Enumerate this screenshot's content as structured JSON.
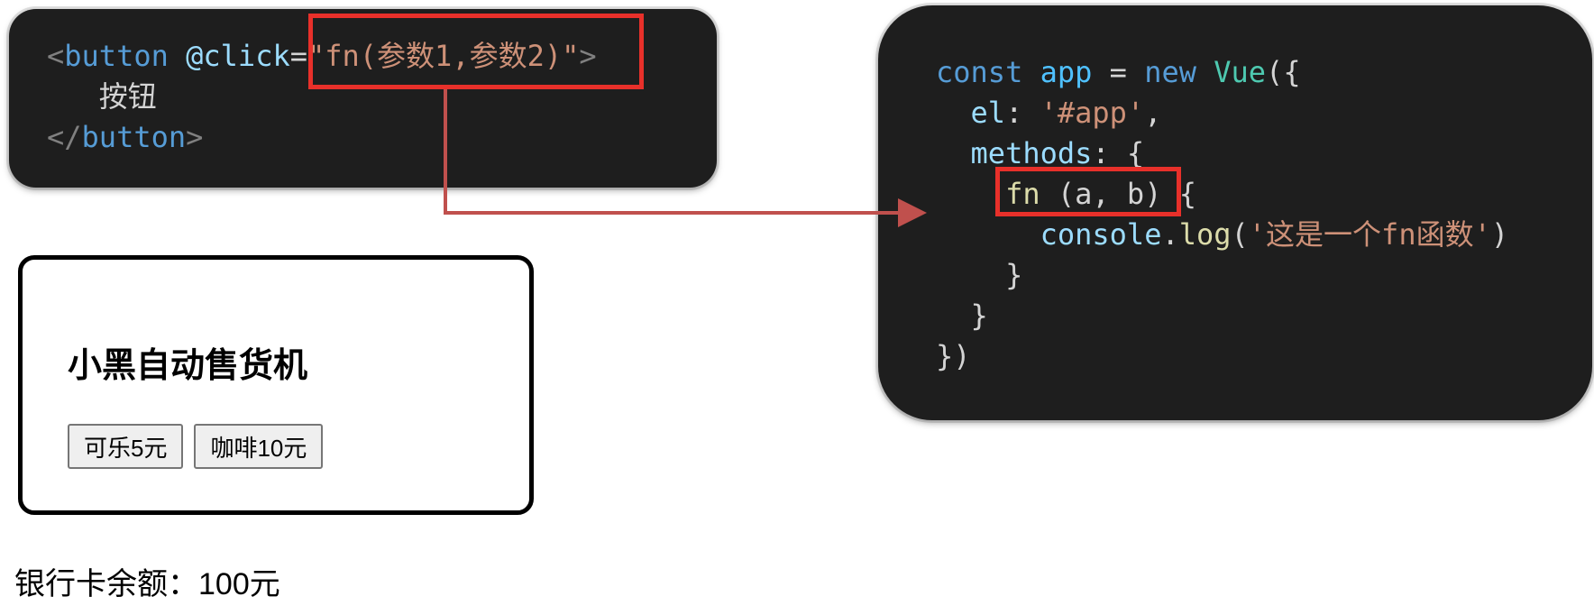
{
  "template_code": {
    "line1": {
      "lt": "<",
      "tag": "button",
      "attr": " @click",
      "eq": "=",
      "value": "\"fn(参数1,参数2)\"",
      "gt": ">"
    },
    "line2": {
      "text": "按钮"
    },
    "line3": {
      "lt": "</",
      "tag": "button",
      "gt": ">"
    }
  },
  "script_code": {
    "l1": {
      "kw_const": "const",
      "app": "app",
      "eq": " = ",
      "kw_new": "new",
      "vue": "Vue",
      "open": "({"
    },
    "l2": {
      "key": "el",
      "colon": ": ",
      "value": "'#app'",
      "comma": ","
    },
    "l3": {
      "key": "methods",
      "colon": ": ",
      "brace": "{"
    },
    "l4": {
      "fn": "fn",
      "params": " (a, b)",
      "brace": " {"
    },
    "l5": {
      "obj": "console",
      "dot": ".",
      "method": "log",
      "open": "(",
      "str": "'这是一个fn函数'",
      "close": ")"
    },
    "l6": {
      "brace": "}"
    },
    "l7": {
      "brace": "}"
    },
    "l8": {
      "close": "})"
    }
  },
  "demo": {
    "title": "小黑自动售货机",
    "buttons": [
      "可乐5元",
      "咖啡10元"
    ],
    "balance_label": "银行卡余额：",
    "balance_value": "100元"
  },
  "colors": {
    "highlight": "#e8302a",
    "arrow": "#c0504d",
    "code_bg": "#1e1e1e"
  }
}
